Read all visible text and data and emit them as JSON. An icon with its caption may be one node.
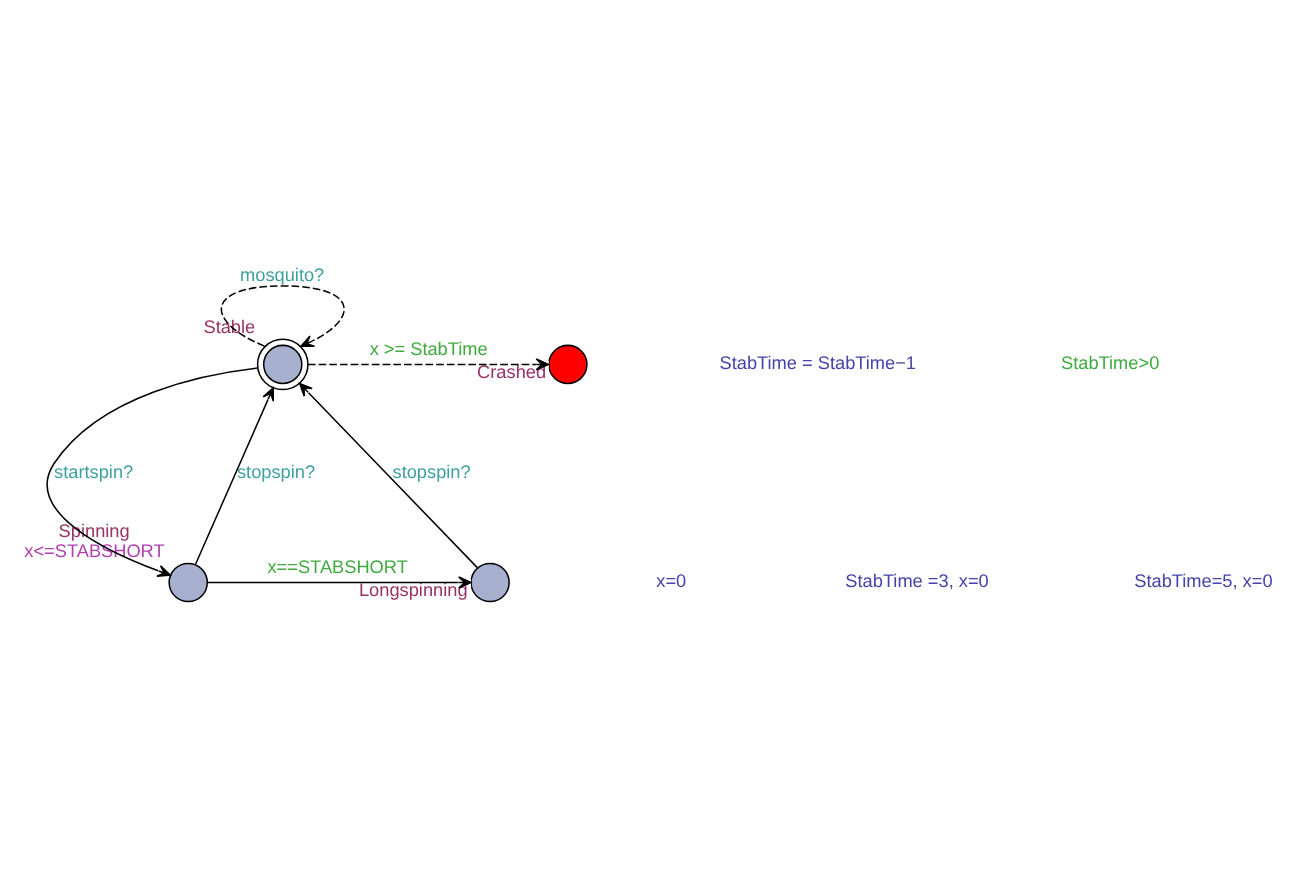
{
  "diagram": {
    "nodes": [
      {
        "text": [
          "Stable"
        ]
      },
      {
        "text": [
          "Crashed"
        ]
      },
      {
        "text": [
          "Spinning"
        ],
        "beside": [
          "x<=STABSHORT"
        ]
      },
      {
        "text": [
          "Longspinning"
        ]
      }
    ],
    "edges": [
      {
        "from": 0,
        "to": 0,
        "arrow": "to",
        "style": "dashed",
        "label": "mosquito?"
      },
      {
        "from": 0,
        "to": 1,
        "arrow": "to",
        "style": "dashed",
        "label": "x >= StabTime"
      },
      {
        "from": 0,
        "to": 2,
        "arrow": "to",
        "label": "startspin?"
      },
      {
        "from": 2,
        "to": 0,
        "arrow": "to",
        "label": "stopspin?"
      },
      {
        "from": 2,
        "to": 3,
        "arrow": "to",
        "label": "x==STABSHORT"
      },
      {
        "from": 3,
        "to": 0,
        "arrow": "to",
        "label": "stopspin?"
      }
    ],
    "labels": [
      "StabTime = StabTime−1",
      "StabTime>0",
      "x=0",
      "StabTime =3, x=0",
      "StabTime=5, x=0"
    ]
  }
}
